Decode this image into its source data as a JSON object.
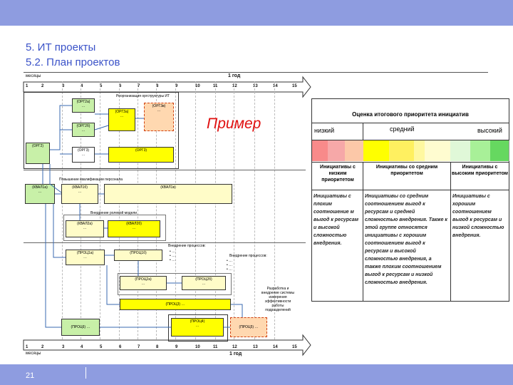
{
  "header": {
    "title_line1": "5. ИТ проекты",
    "title_line2": "5.2. План проектов"
  },
  "footer": {
    "page_number": "21"
  },
  "timeline": {
    "months_label": "месяцы",
    "year_label": "1 год",
    "months": [
      "1",
      "2",
      "3",
      "4",
      "5",
      "6",
      "7",
      "8",
      "9",
      "10",
      "11",
      "12",
      "13",
      "14",
      "15"
    ]
  },
  "sections": {
    "org": "Реорганизация оргструктуры ИТ",
    "staff": "Повышение квалификации персонала",
    "role": "Внедрение ролевой модели",
    "proc1": "Внедрение процессов:",
    "proc2": "Внедрение процессов:",
    "metrics": "Разработка и внедрение системы измерения эффективности работы подразделений"
  },
  "boxes": {
    "org2a": "(ОРГ2а)",
    "org2b": "(ОРГ2б)",
    "org2": "(ОРГ2)",
    "org3": "(ОРГ3)",
    "org3a": "(ОРГ3а)",
    "org3v": "(ОРГ3в)",
    "org3main": "(ОРГ3)",
    "kval1a": "(КВАЛ1а)",
    "kval1b": "(КВАЛ1б)",
    "kval1v": "(КВАЛ1в)",
    "kval2a": "(КВАЛ2а)",
    "kval2b": "(КВАЛ2б)",
    "proc1a": "(ПРОЦ1а)",
    "proc1b": "(ПРОЦ1б)",
    "proc2a": "(ПРОЦ2а)",
    "proc2b": "(ПРОЦ2б)",
    "proc3": "(ПРОЦ3) …",
    "proc4": "(ПРОЦ4)",
    "proc5": "(ПРОЦ5) …",
    "proc6": "(ПРОЦ6) …",
    "dots": "…"
  },
  "example_label": "Пример",
  "priority_table": {
    "title": "Оценка итогового приоритета инициатив",
    "levels": [
      "низкий",
      "средний",
      "высокий"
    ],
    "swatches": [
      "#f88a8a",
      "#f6a8a8",
      "#fcc8a8",
      "#ffff00",
      "#fff060",
      "#fff8a0",
      "#fffcd0",
      "#e0f8d8",
      "#a8f098",
      "#66d860"
    ],
    "columns": [
      {
        "head": "Инициативы с низким приоритетом",
        "body": "Инициативы с плохим соотношение м выгод к ресурсам и высокой сложностью внедрения."
      },
      {
        "head": "Инициативы со средним приоритетом",
        "body": "Инициативы со средним соотношением выгод к ресурсам и средней сложностью внедрения. Также к этой группе относятся инициативы с хорошим соотношением выгод к ресурсам и высокой сложностью внедрения, а также плохим соотношением выгод к ресурсам и низкой сложностью внедрения."
      },
      {
        "head": "Инициативы с высоким приоритетом",
        "body": "Инициативы с хорошим соотношением выгод к ресурсам и низкой сложностью внедрения."
      }
    ]
  }
}
